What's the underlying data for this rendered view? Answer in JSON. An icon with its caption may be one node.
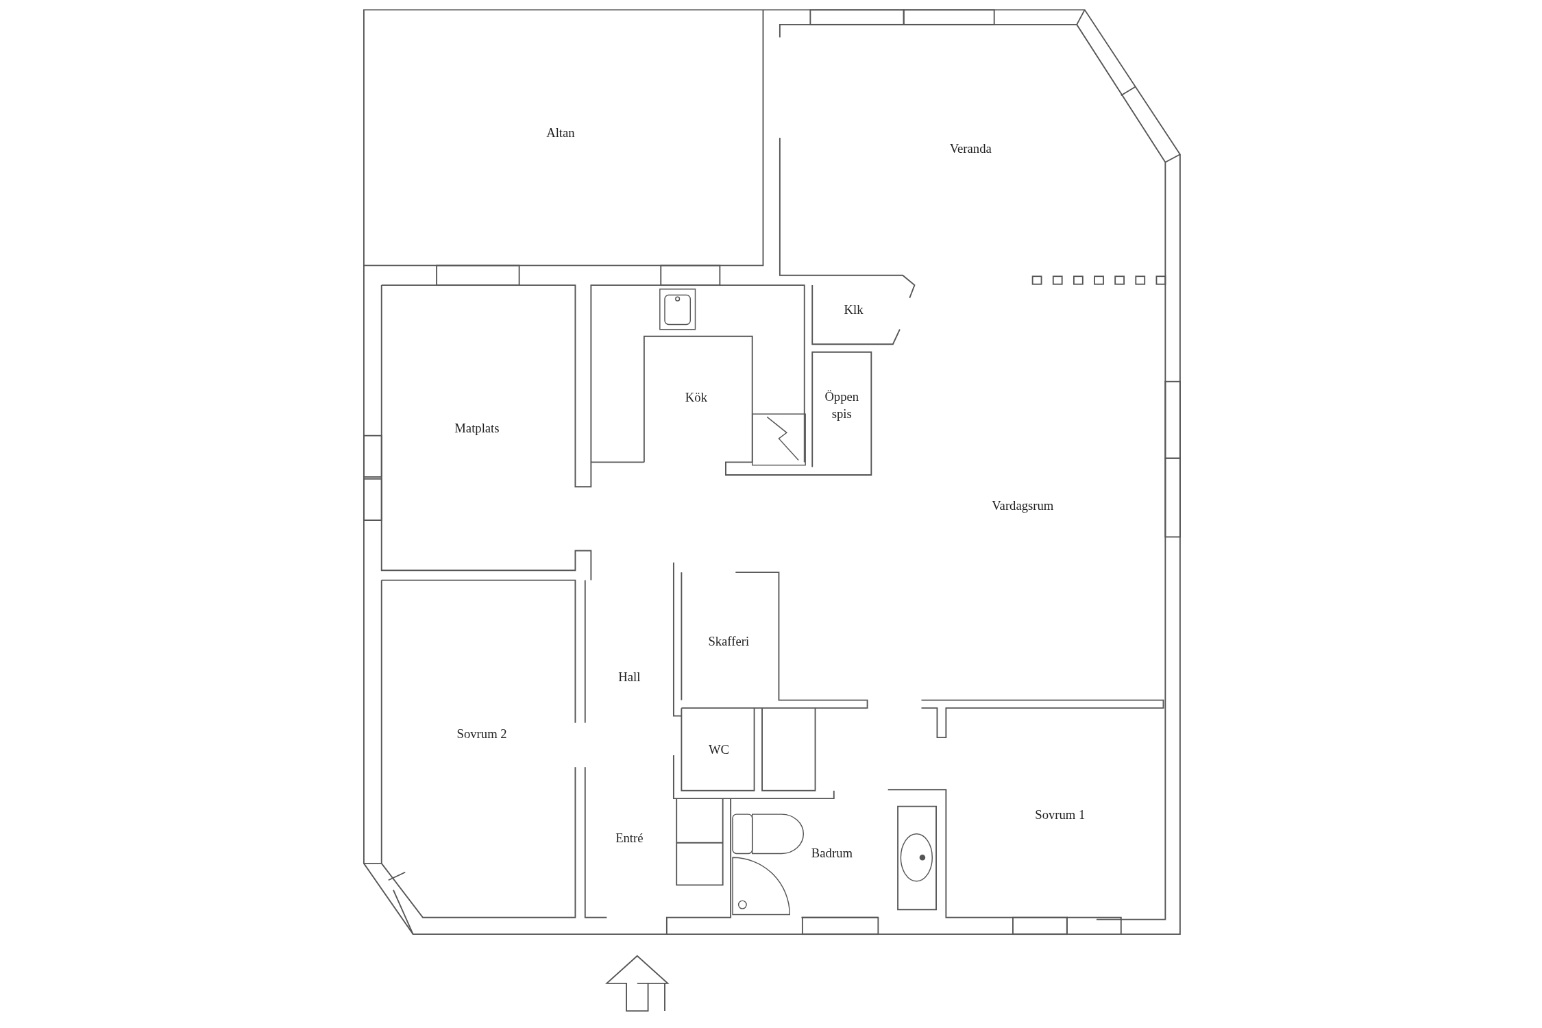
{
  "diagram": {
    "labels": [
      "Altan",
      "Veranda",
      "Klk",
      "Matplats",
      "Kök",
      "Öppen spis",
      "Vardagsrum",
      "Skafferi",
      "Hall",
      "Sovrum 2",
      "WC",
      "Sovrum 1",
      "Entré",
      "Badrum"
    ]
  }
}
